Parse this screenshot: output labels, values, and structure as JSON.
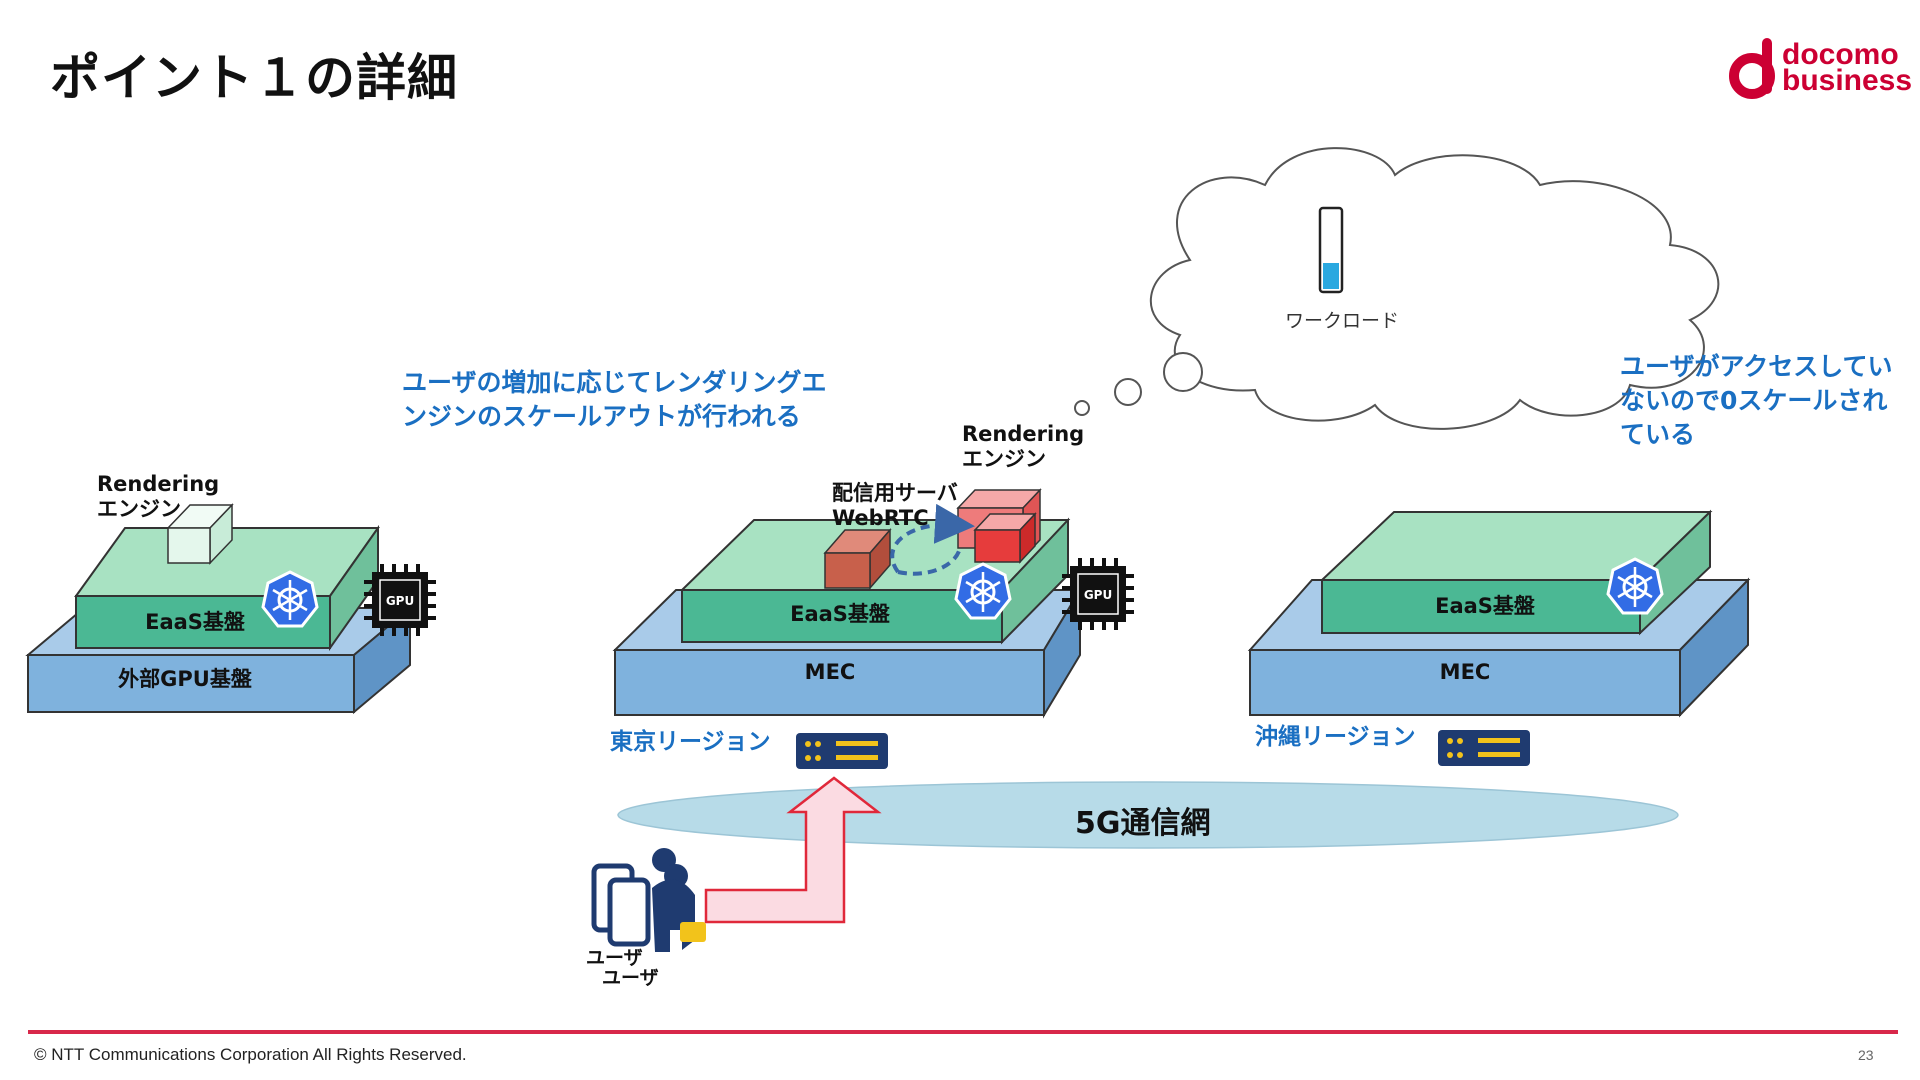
{
  "header": {
    "title": "ポイント１の詳細"
  },
  "logo": {
    "line1": "docomo",
    "line2": "business",
    "brand_color": "#cc0033"
  },
  "cloud": {
    "workload_label": "ワークロード",
    "workload_fill_fraction": 0.35
  },
  "notes": {
    "scale_out": [
      "ユーザの増加に応じてレンダリングエ",
      "ンジンのスケールアウトが行われる"
    ],
    "scale_zero": [
      "ユーザがアクセスしてい",
      "ないので0スケールされ",
      "ている"
    ]
  },
  "left_stack": {
    "engine_label": [
      "Rendering",
      "エンジン"
    ],
    "eaas_label": "EaaS基盤",
    "base_label": "外部GPU基盤",
    "gpu_chip_label": "GPU"
  },
  "center_stack": {
    "engine_label": [
      "Rendering",
      "エンジン"
    ],
    "server_label": [
      "配信用サーバ",
      "WebRTC"
    ],
    "eaas_label": "EaaS基盤",
    "base_label": "MEC",
    "region_label": "東京リージョン",
    "gpu_chip_label": "GPU"
  },
  "right_stack": {
    "eaas_label": "EaaS基盤",
    "base_label": "MEC",
    "region_label": "沖縄リージョン"
  },
  "network": {
    "label": "5G通信網"
  },
  "users": {
    "label": [
      "ユーザ",
      "ユーザ"
    ]
  },
  "footer": {
    "copyright": "© NTT Communications Corporation All Rights Reserved.",
    "page": "23"
  },
  "colors": {
    "base_blue": "#7fb2dd",
    "eaas_green": "#4bb894",
    "upper_green": "#a8e2c2",
    "note_blue": "#1a6fc2",
    "server_navy": "#1f3b70",
    "accent_red": "#d8284a"
  }
}
